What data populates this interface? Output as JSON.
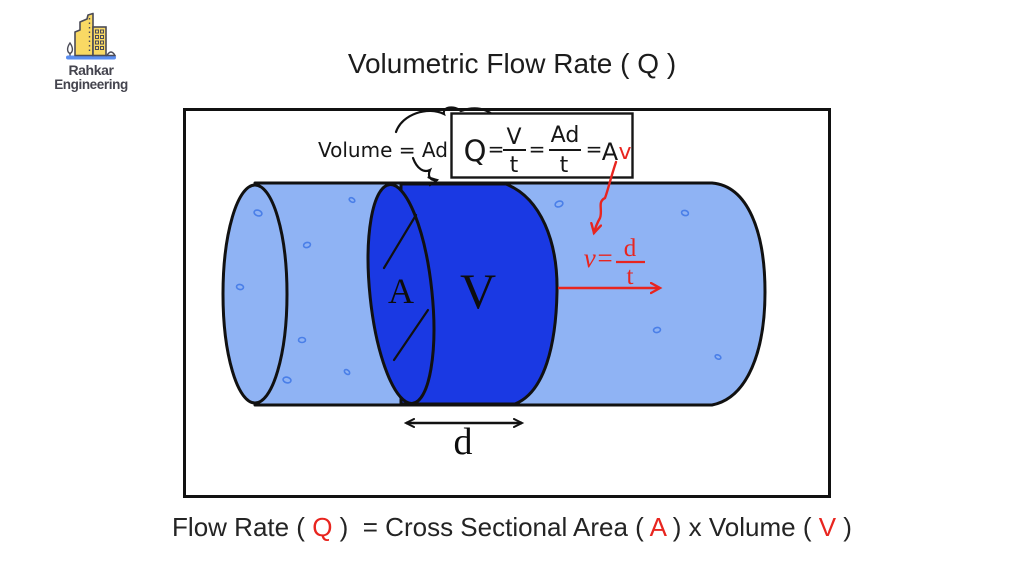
{
  "logo": {
    "line1": "Rahkar",
    "line2": "Engineering"
  },
  "title": "Volumetric Flow Rate ( Q )",
  "annotations": {
    "volume_formula": "Volume = Ad",
    "box_formula": {
      "q": "Q",
      "eq1": "=",
      "v_num": "V",
      "t_den1": "t",
      "eq2": "=",
      "ad_num": "Ad",
      "t_den2": "t",
      "eq3": "=",
      "a": "A",
      "v_red": "v"
    },
    "velocity": {
      "lhs": "v=",
      "num": "d",
      "den": "t"
    }
  },
  "diagram_labels": {
    "area": "A",
    "volume": "V",
    "distance": "d"
  },
  "footer": {
    "parts": [
      "Flow Rate ( ",
      "Q",
      " )  = Cross Sectional Area ( ",
      "A",
      " ) x Volume ( ",
      "V",
      " )"
    ]
  },
  "colors": {
    "pipe_light_blue": "#8fb3f4",
    "section_dark_blue": "#1a39e3",
    "annotation_red": "#e8251f",
    "outline_black": "#111111",
    "bubble_blue": "#4a7fe8"
  }
}
